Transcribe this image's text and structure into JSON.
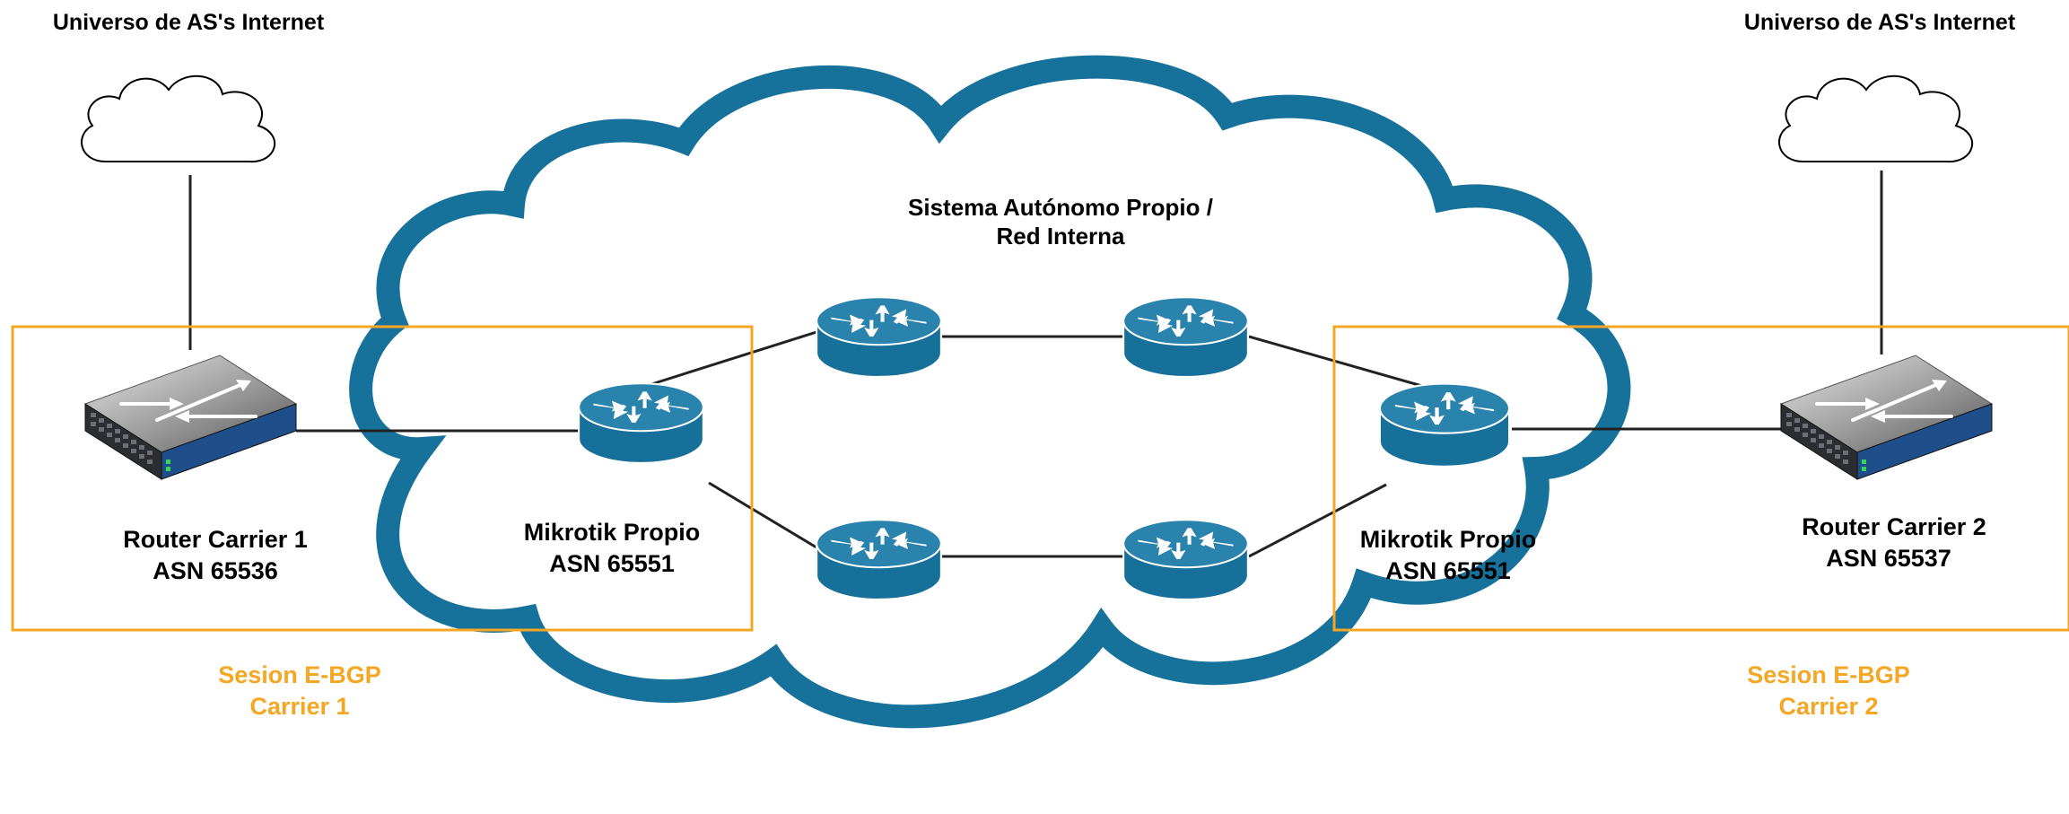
{
  "colors": {
    "as_cloud": "#17729b",
    "small_cloud_stroke": "#000000",
    "session_box": "#f5a623",
    "session_text": "#f5a623",
    "router_body": "#1f6e92",
    "router_top": "#2d84ab",
    "link": "#222222"
  },
  "internet_left": {
    "label": "Universo de AS's Internet",
    "icon": "cloud-icon"
  },
  "internet_right": {
    "label": "Universo de AS's Internet",
    "icon": "cloud-icon"
  },
  "as_cloud": {
    "title_line1": "Sistema Autónomo Propio /",
    "title_line2": "Red Interna",
    "icon": "cloud-icon"
  },
  "carrier1": {
    "line1": "Router Carrier 1",
    "line2": "ASN 65536",
    "icon": "switch-icon"
  },
  "carrier2": {
    "line1": "Router Carrier 2",
    "line2": "ASN  65537",
    "icon": "switch-icon"
  },
  "mikrotik_left": {
    "line1": "Mikrotik Propio",
    "line2": "ASN 65551",
    "icon": "router-icon"
  },
  "mikrotik_right": {
    "line1": "Mikrotik Propio",
    "line2": "ASN 65551",
    "icon": "router-icon"
  },
  "session1": {
    "line1": "Sesion E-BGP",
    "line2": "Carrier 1"
  },
  "session2": {
    "line1": "Sesion E-BGP",
    "line2": "Carrier 2"
  },
  "internal_routers": {
    "count_label": "",
    "icon": "router-icon"
  }
}
